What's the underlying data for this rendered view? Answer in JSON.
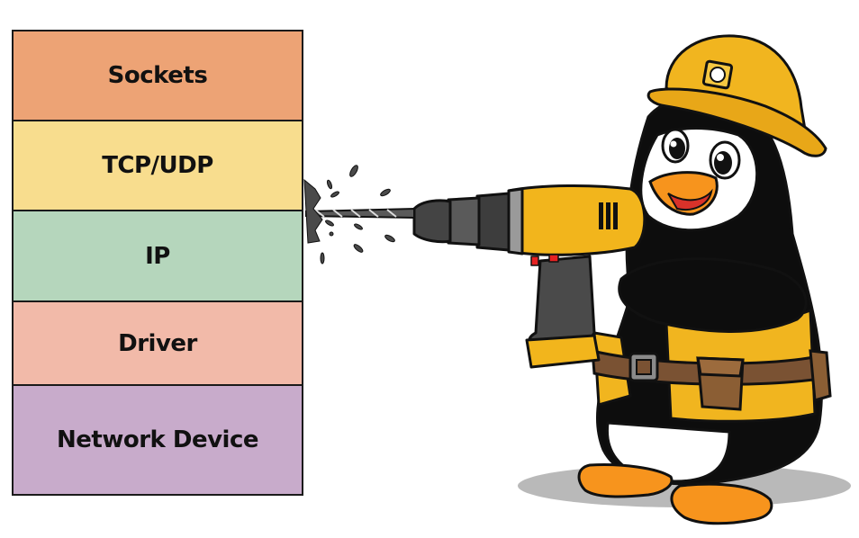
{
  "diagram": {
    "layers": [
      {
        "label": "Sockets",
        "color": "#eda375"
      },
      {
        "label": "TCP/UDP",
        "color": "#f8dd8e"
      },
      {
        "label": "IP",
        "color": "#b5d6bc"
      },
      {
        "label": "Driver",
        "color": "#f2baa9"
      },
      {
        "label": "Network Device",
        "color": "#c8abcb"
      }
    ]
  },
  "illustration": {
    "character": "penguin-with-drill",
    "colors": {
      "helmet": "#f1b51f",
      "drill_body": "#f2b51c",
      "drill_dark": "#4a4a4a",
      "beak_feet": "#f7941d",
      "belt": "#7a5233",
      "outline": "#111111"
    }
  }
}
